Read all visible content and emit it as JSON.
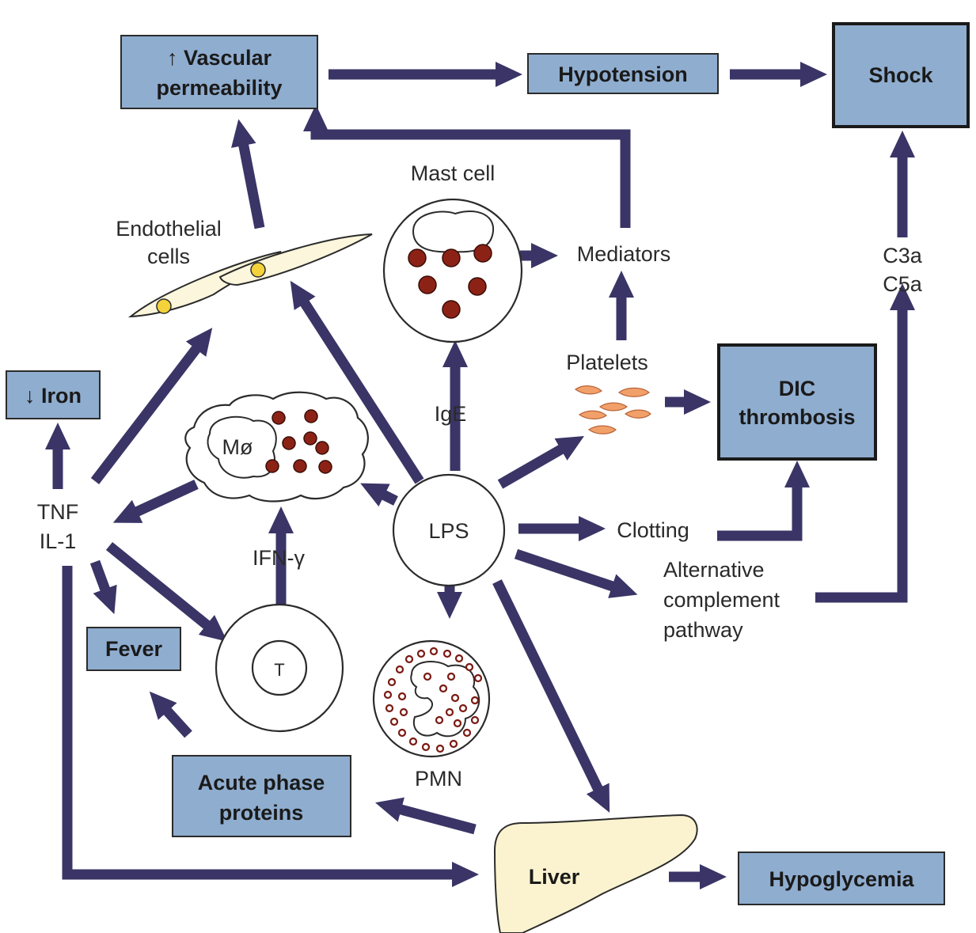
{
  "boxes": {
    "vascular_line1": "↑ Vascular",
    "vascular_line2": "permeability",
    "hypotension": "Hypotension",
    "shock": "Shock",
    "iron": "↓ Iron",
    "dic_line1": "DIC",
    "dic_line2": "thrombosis",
    "fever": "Fever",
    "acute_line1": "Acute phase",
    "acute_line2": "proteins",
    "hypoglycemia": "Hypoglycemia"
  },
  "labels": {
    "mast_cell": "Mast cell",
    "endothelial_line1": "Endothelial",
    "endothelial_line2": "cells",
    "mediators": "Mediators",
    "c3a": "C3a",
    "c5a": "C5a",
    "platelets": "Platelets",
    "ige": "IgE",
    "macrophage": "Mø",
    "tnf": "TNF",
    "il1": "IL-1",
    "ifn": "IFN-γ",
    "lps": "LPS",
    "clotting": "Clotting",
    "alt_line1": "Alternative",
    "alt_line2": "complement",
    "alt_line3": "pathway",
    "t_cell": "T",
    "pmn": "PMN",
    "liver": "Liver"
  },
  "colors": {
    "box_fill": "#8fadcf",
    "arrow": "#3a3566",
    "granule": "#8c2216",
    "platelet": "#f2a06a",
    "liver": "#fbf3cf"
  }
}
